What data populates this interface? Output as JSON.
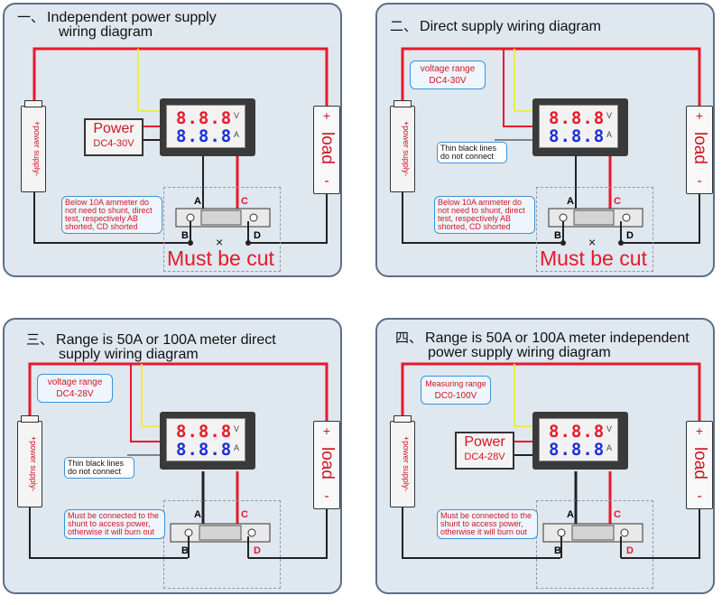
{
  "panels": [
    {
      "number": "一、",
      "title_line1": "Independent power supply",
      "title_line2": "wiring diagram",
      "power_label": "Power",
      "power_range": "DC4-30V",
      "note": "Below 10A ammeter do not need to shunt, direct test, respectively AB shorted, CD shorted",
      "must_cut": "Must be cut"
    },
    {
      "number": "二、",
      "title_line1": "Direct supply wiring diagram",
      "range_label": "voltage range",
      "range_value": "DC4-30V",
      "thin_lines": "Thin black lines do not connect",
      "note": "Below 10A ammeter do not need to shunt, direct test, respectively AB shorted, CD shorted",
      "must_cut": "Must be cut"
    },
    {
      "number": "三、",
      "title_line1": "Range is 50A or 100A meter direct",
      "title_line2": "supply wiring diagram",
      "range_label": "voltage range",
      "range_value": "DC4-28V",
      "thin_lines": "Thin black lines do not connect",
      "note": "Must be connected to the shunt to access power, otherwise it will burn out"
    },
    {
      "number": "四、",
      "title_line1": "Range is 50A or 100A meter independent",
      "title_line2": "power supply wiring diagram",
      "range_label": "Measuring range",
      "range_value": "DC0-100V",
      "power_label": "Power",
      "power_range": "DC4-28V",
      "note": "Must be connected to the shunt to access power, otherwise it will burn out"
    }
  ],
  "meter": {
    "volt_digits": "8.8.8",
    "amp_digits": "8.8.8",
    "volt_unit": "V",
    "amp_unit": "A"
  },
  "supply_label": "+power supply-",
  "load": {
    "plus": "+",
    "word": "load",
    "minus": "-"
  },
  "terminals": {
    "a": "A",
    "b": "B",
    "c": "C",
    "d": "D"
  },
  "cut_mark": "×",
  "colors": {
    "red_wire": "#e8182b",
    "black_wire": "#222222",
    "yellow_wire": "#f2e94a",
    "panel_bg": "#dfe7ef",
    "panel_border": "#5d6f86",
    "label_red": "#d01622",
    "bubble_border": "#3b93d9"
  }
}
